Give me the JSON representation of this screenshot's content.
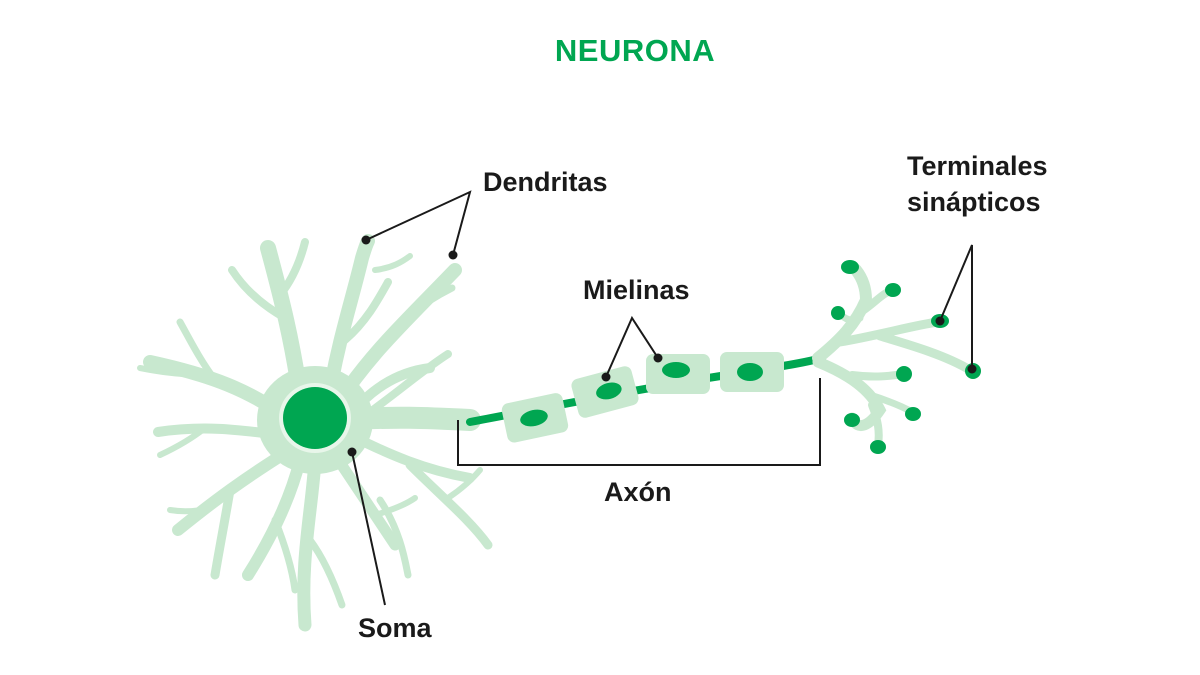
{
  "title": "NEURONA",
  "labels": {
    "dendritas": "Dendritas",
    "mielinas": "Mielinas",
    "terminales_line1": "Terminales",
    "terminales_line2": "sinápticos",
    "axon": "Axón",
    "soma": "Soma"
  },
  "colors": {
    "title": "#00a651",
    "cell_body": "#c8e8cf",
    "nucleus": "#00a651",
    "axon": "#00a651",
    "terminal": "#00a651",
    "leader_line": "#1a1a1a",
    "text": "#1a1a1a"
  }
}
